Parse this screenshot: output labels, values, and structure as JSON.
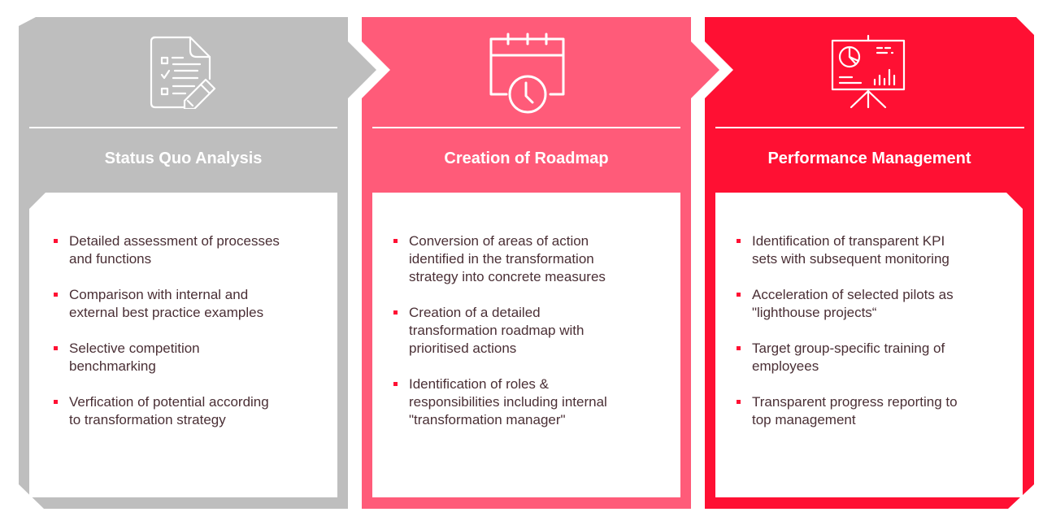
{
  "colors": {
    "phase1": "#bebebe",
    "phase2": "#ff5b79",
    "phase3": "#ff1033",
    "text": "#4a2f35",
    "bullet": "#ff1033"
  },
  "phases": [
    {
      "icon": "checklist-pencil-icon",
      "title": "Status Quo Analysis",
      "items": [
        [
          "Detailed assessment of processes",
          "and functions"
        ],
        [
          "Comparison with internal and",
          "external best practice examples"
        ],
        [
          "Selective competition",
          "benchmarking"
        ],
        [
          "Verfication of potential according",
          "to transformation strategy"
        ]
      ]
    },
    {
      "icon": "calendar-clock-icon",
      "title": "Creation of Roadmap",
      "items": [
        [
          "Conversion of areas of action",
          "identified in the transformation",
          "strategy into concrete measures"
        ],
        [
          "Creation of a detailed",
          "transformation roadmap with",
          "prioritised actions"
        ],
        [
          "Identification of roles &",
          "responsibilities including internal",
          "\"transformation manager\""
        ]
      ]
    },
    {
      "icon": "presentation-board-chart-icon",
      "title": "Performance Management",
      "items": [
        [
          "Identification of transparent KPI",
          "sets with subsequent monitoring"
        ],
        [
          "Acceleration of selected pilots as",
          "\"lighthouse projects“"
        ],
        [
          "Target group-specific training of",
          "employees"
        ],
        [
          "Transparent progress reporting to",
          "top management"
        ]
      ]
    }
  ]
}
